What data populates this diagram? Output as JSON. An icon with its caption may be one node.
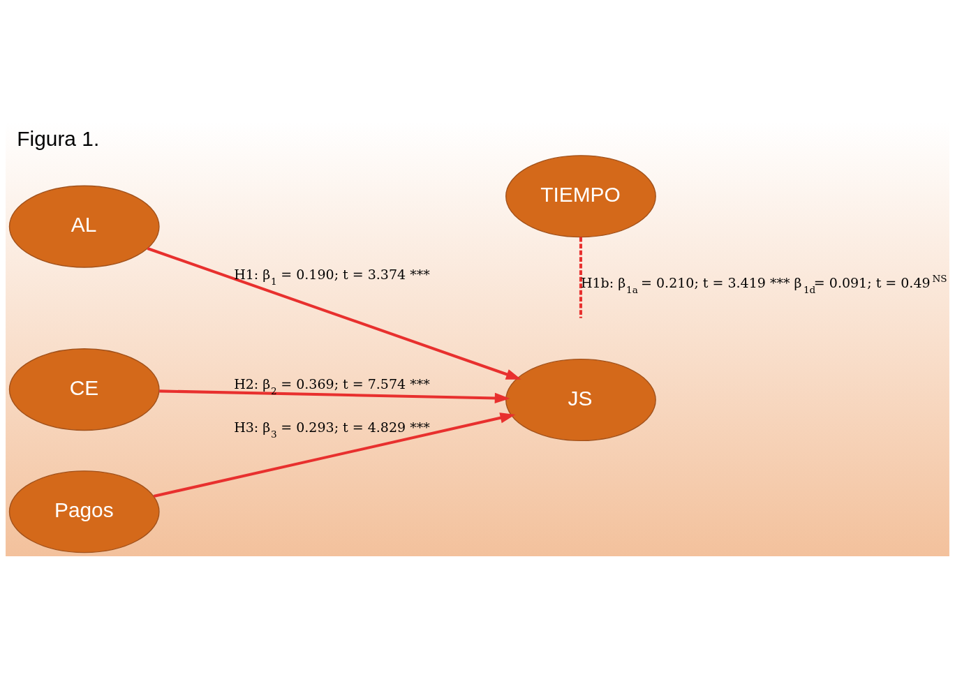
{
  "diagram": {
    "title": "Figura 1.",
    "nodes": [
      {
        "text": [
          "TIEMPO"
        ]
      },
      {
        "text": [
          "AL"
        ]
      },
      {
        "text": [
          "CE"
        ]
      },
      {
        "text": [
          "JS"
        ]
      },
      {
        "text": [
          "Pagos"
        ]
      }
    ],
    "edges": [
      {
        "from": 1,
        "to": 3,
        "arrow": "to",
        "label": "H1: β$_{1}$ = 0.190; t = 3.374 ***"
      },
      {
        "from": 2,
        "to": 3,
        "arrow": "to",
        "label": "H2: β$_{2}$ = 0.369; t = 7.574 ***"
      },
      {
        "from": 4,
        "to": 3,
        "arrow": "to",
        "label": "H3: β$_{3}$ = 0.293; t = 4.829 ***"
      },
      {
        "from": 0,
        "to": null,
        "arrow": "none",
        "style": "dashed",
        "label": "H1b: β$_{1a}$ = 0.210; t = 3.419 *** β$_{1d}$= 0.091; t = 0.49$^{NS}$"
      }
    ]
  }
}
